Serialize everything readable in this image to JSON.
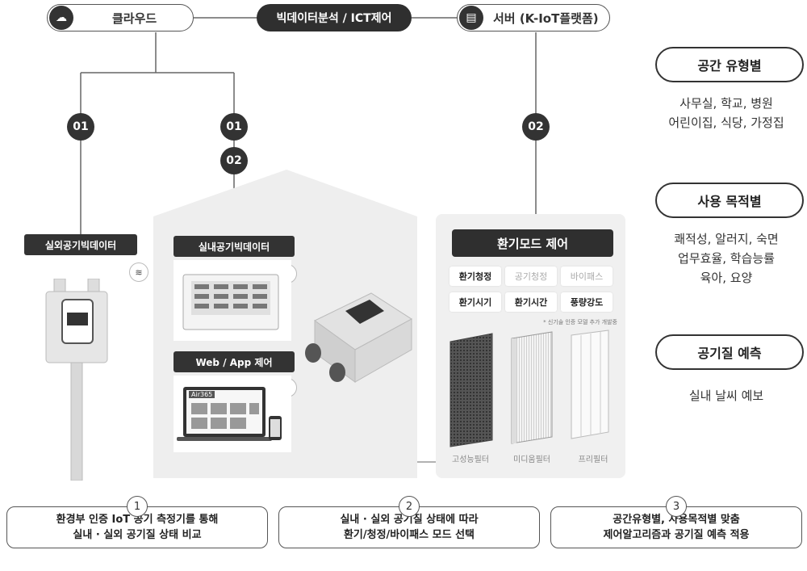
{
  "top": {
    "cloud": "클라우드",
    "bigdata": "빅데이터분석 / ICT제어",
    "server": "서버 (K-IoT플랫폼)"
  },
  "markers": {
    "m1": "01",
    "m2": "01",
    "m3": "02",
    "m4": "02"
  },
  "outdoor": {
    "label": "실외공기빅데이터"
  },
  "indoor": {
    "label": "실내공기빅데이터",
    "web_label": "Web / App 제어",
    "screen_brand": "Air365"
  },
  "ventilation": {
    "title": "환기모드 제어",
    "modes": [
      {
        "label": "환기청정",
        "dim": false
      },
      {
        "label": "공기청정",
        "dim": true
      },
      {
        "label": "바이패스",
        "dim": true
      },
      {
        "label": "환기시기",
        "dim": false
      },
      {
        "label": "환기시간",
        "dim": false
      },
      {
        "label": "풍량강도",
        "dim": false
      }
    ],
    "note": "* 신기술 인증 모델 추가 개발중",
    "filters": [
      "고성능필터",
      "미디움필터",
      "프리필터"
    ]
  },
  "right": {
    "space_title": "공간 유형별",
    "space_lines": [
      "사무실, 학교, 병원",
      "어린이집, 식당, 가정집"
    ],
    "purpose_title": "사용 목적별",
    "purpose_lines": [
      "쾌적성, 알러지, 숙면",
      "업무효율, 학습능률",
      "육아, 요양"
    ],
    "forecast_title": "공기질 예측",
    "forecast_lines": [
      "실내 날씨 예보"
    ]
  },
  "bottom": [
    {
      "num": "1",
      "line1": "환경부 인증 IoT 공기 측정기를 통해",
      "line2": "실내 · 실외 공기질 상태 비교"
    },
    {
      "num": "2",
      "line1": "실내 · 실외 공기질 상태에 따라",
      "line2": "환기/청정/바이패스 모드 선택"
    },
    {
      "num": "3",
      "line1": "공간유형별, 사용목적별 맞춤",
      "line2": "제어알고리즘과 공기질 예측 적용"
    }
  ]
}
